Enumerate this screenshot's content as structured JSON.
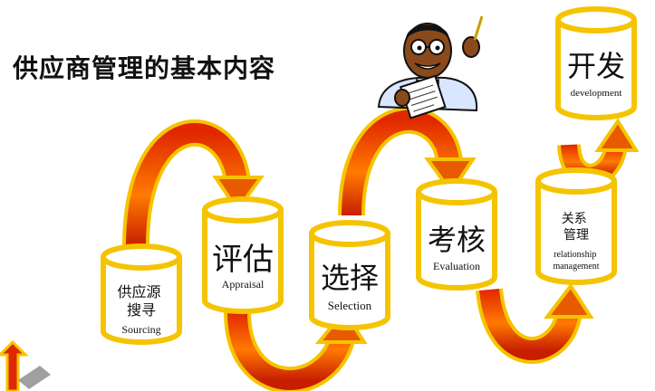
{
  "title": "供应商管理的基本内容",
  "colors": {
    "cylinder_fill": "#ffffff",
    "cylinder_stroke": "#f5c400",
    "arrow_outer": "#c81e00",
    "arrow_inner": "#ff8a00"
  },
  "steps": [
    {
      "zh": "供应源\n搜寻",
      "en": "Sourcing"
    },
    {
      "zh": "评估",
      "en": "Appraisal"
    },
    {
      "zh": "选择",
      "en": "Selection"
    },
    {
      "zh": "考核",
      "en": "Evaluation"
    },
    {
      "zh": "关系\n管理",
      "en": "relationship\nmanagement"
    },
    {
      "zh": "开发",
      "en": "development"
    }
  ],
  "illustration": "presenter-cartoon-icon"
}
